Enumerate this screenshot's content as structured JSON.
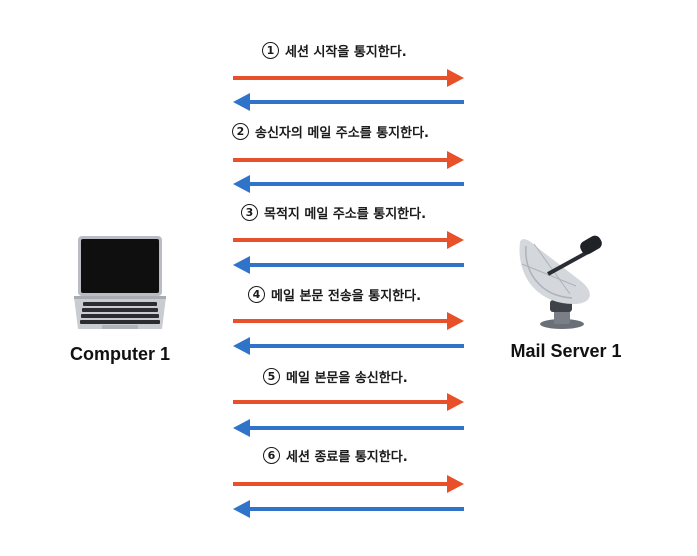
{
  "nodes": {
    "left": {
      "label": "Computer 1",
      "icon": "laptop-icon"
    },
    "right": {
      "label": "Mail Server 1",
      "icon": "satellite-dish-icon"
    }
  },
  "colors": {
    "request": "#E8502A",
    "response": "#2F74C8"
  },
  "steps": [
    {
      "num": "1",
      "text": "세션 시작을 통지한다."
    },
    {
      "num": "2",
      "text": "송신자의 메일 주소를 통지한다."
    },
    {
      "num": "3",
      "text": "목적지 메일 주소를 통지한다."
    },
    {
      "num": "4",
      "text": "메일 본문 전송을 통지한다."
    },
    {
      "num": "5",
      "text": "메일 본문을 송신한다."
    },
    {
      "num": "6",
      "text": "세션 종료를 통지한다."
    }
  ]
}
